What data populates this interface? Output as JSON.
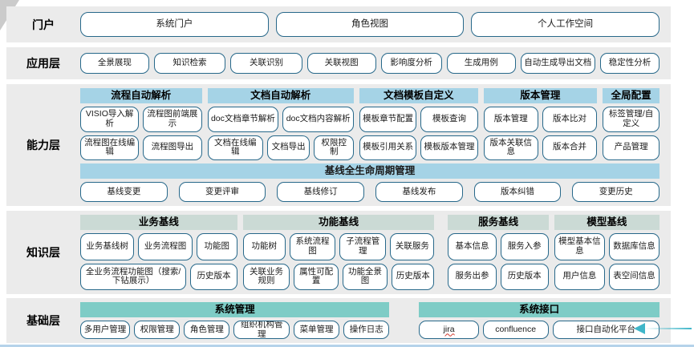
{
  "colors": {
    "band_bg": "#ebebeb",
    "header_blue": "#a5d3e6",
    "header_sage": "#cbdad5",
    "header_teal": "#7eccc6",
    "button_border": "#27688a",
    "bottom_line": "#b5d3ea",
    "arrow": "#3fb6c9"
  },
  "layers": [
    {
      "id": "portal",
      "label": "门户",
      "buttons": [
        {
          "label": "系统门户",
          "flex": 1
        },
        {
          "label": "角色视图",
          "flex": 1
        },
        {
          "label": "个人工作空间",
          "flex": 1
        }
      ]
    },
    {
      "id": "application",
      "label": "应用层",
      "buttons": [
        {
          "label": "全景展现",
          "flex": 1
        },
        {
          "label": "知识检索",
          "flex": 1.05
        },
        {
          "label": "关联识别",
          "flex": 1.05
        },
        {
          "label": "关联视图",
          "flex": 1
        },
        {
          "label": "影响度分析",
          "flex": 0.88
        },
        {
          "label": "生成用例",
          "flex": 1
        },
        {
          "label": "自动生成导出文档",
          "flex": 1.1
        },
        {
          "label": "稳定性分析",
          "flex": 0.85
        }
      ]
    },
    {
      "id": "capability",
      "label": "能力层",
      "header_color": "header_blue",
      "groups": [
        {
          "title": "流程自动解析",
          "flex": 152,
          "rows": [
            [
              {
                "label": "VISIO导入解析"
              },
              {
                "label": "流程图前端展示"
              }
            ],
            [
              {
                "label": "流程图在线编辑"
              },
              {
                "label": "流程图导出"
              }
            ]
          ]
        },
        {
          "title": "文档自动解析",
          "flex": 183,
          "rows": [
            [
              {
                "label": "doc文档章节解析"
              },
              {
                "label": "doc文档内容解析"
              }
            ],
            [
              {
                "label": "文档在线编辑",
                "flex": 1.15
              },
              {
                "label": "文档导出",
                "flex": 0.85
              },
              {
                "label": "权限控制",
                "flex": 0.78
              }
            ]
          ]
        },
        {
          "title": "文档模板自定义",
          "flex": 148,
          "rows": [
            [
              {
                "label": "模板章节配置"
              },
              {
                "label": "模板查询"
              }
            ],
            [
              {
                "label": "模板引用关系"
              },
              {
                "label": "模板版本管理"
              }
            ]
          ]
        },
        {
          "title": "版本管理",
          "flex": 142,
          "rows": [
            [
              {
                "label": "版本管理"
              },
              {
                "label": "版本比对"
              }
            ],
            [
              {
                "label": "版本关联信息"
              },
              {
                "label": "版本合并"
              }
            ]
          ]
        },
        {
          "title": "全局配置",
          "flex": 71,
          "rows": [
            [
              {
                "label": "标签管理/自定义"
              }
            ],
            [
              {
                "label": "产品管理"
              }
            ]
          ]
        }
      ],
      "baseline": {
        "title": "基线全生命周期管理",
        "buttons": [
          {
            "label": "基线变更"
          },
          {
            "label": "变更评审"
          },
          {
            "label": "基线修订"
          },
          {
            "label": "基线发布"
          },
          {
            "label": "版本纠错"
          },
          {
            "label": "变更历史"
          }
        ]
      }
    },
    {
      "id": "knowledge",
      "label": "知识层",
      "header_color": "header_sage",
      "groups": [
        {
          "title": "业务基线",
          "flex": 197,
          "rows": [
            [
              {
                "label": "业务基线树",
                "flex": 1.1
              },
              {
                "label": "业务流程图",
                "flex": 1.1
              },
              {
                "label": "功能图",
                "flex": 0.8
              }
            ],
            [
              {
                "label": "全业务流程功能图（搜索/下钻展示）",
                "flex": 2.45
              },
              {
                "label": "历史版本",
                "flex": 1
              }
            ]
          ]
        },
        {
          "title": "功能基线",
          "flex": 240,
          "rows": [
            [
              {
                "label": "功能树",
                "flex": 0.9
              },
              {
                "label": "系统流程图"
              },
              {
                "label": "子流程管理"
              },
              {
                "label": "关联服务",
                "flex": 0.95
              }
            ],
            [
              {
                "label": "关联业务规则",
                "flex": 1.05
              },
              {
                "label": "属性可配置"
              },
              {
                "label": "功能全景图"
              },
              {
                "label": "历史版本",
                "flex": 0.95
              }
            ]
          ]
        },
        {
          "title": "服务基线",
          "flex": 126,
          "extra_gap": 10,
          "rows": [
            [
              {
                "label": "基本信息"
              },
              {
                "label": "服务入参"
              }
            ],
            [
              {
                "label": "服务出参"
              },
              {
                "label": "历史版本"
              }
            ]
          ]
        },
        {
          "title": "模型基线",
          "flex": 132,
          "rows": [
            [
              {
                "label": "模型基本信息"
              },
              {
                "label": "数据库信息"
              }
            ],
            [
              {
                "label": "用户信息"
              },
              {
                "label": "表空间信息"
              }
            ]
          ]
        }
      ]
    },
    {
      "id": "foundation",
      "label": "基础层",
      "header_color": "header_teal",
      "groups": [
        {
          "title": "系统管理",
          "flex": 382,
          "rows": [
            [
              {
                "label": "多用户管理",
                "flex": 1.1
              },
              {
                "label": "权限管理"
              },
              {
                "label": "角色管理"
              },
              {
                "label": "组织机构管理",
                "flex": 1.25
              },
              {
                "label": "菜单管理"
              },
              {
                "label": "操作日志"
              }
            ]
          ]
        },
        {
          "title": "系统接口",
          "flex": 297,
          "extra_gap": 30,
          "rows": [
            [
              {
                "label": "jira",
                "flex": 0.9,
                "underline": "red-wavy"
              },
              {
                "label": "confluence",
                "flex": 1
              },
              {
                "label": "接口自动化平台",
                "flex": 1.7
              }
            ]
          ]
        }
      ]
    }
  ]
}
